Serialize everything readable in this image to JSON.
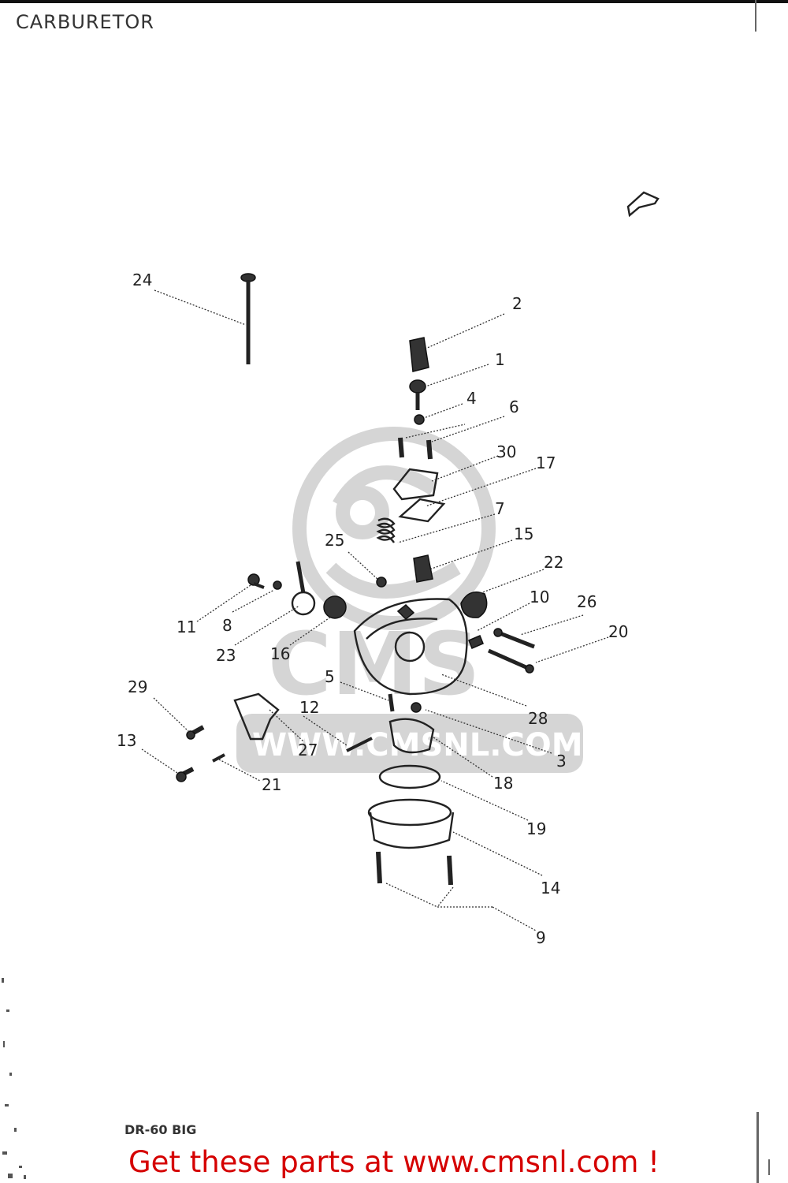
{
  "page": {
    "title": "CARBURETOR",
    "diagram_ref": "DR-60 BIG",
    "watermark": {
      "logo_letters": "CMS",
      "url": "WWW.CMSNL.COM"
    },
    "cta_text": "Get these parts at www.cmsnl.com !"
  },
  "parts": [
    {
      "ref": "1"
    },
    {
      "ref": "2"
    },
    {
      "ref": "3"
    },
    {
      "ref": "4"
    },
    {
      "ref": "5"
    },
    {
      "ref": "6"
    },
    {
      "ref": "7"
    },
    {
      "ref": "8"
    },
    {
      "ref": "9"
    },
    {
      "ref": "10"
    },
    {
      "ref": "11"
    },
    {
      "ref": "12"
    },
    {
      "ref": "13"
    },
    {
      "ref": "14"
    },
    {
      "ref": "15"
    },
    {
      "ref": "16"
    },
    {
      "ref": "17"
    },
    {
      "ref": "18"
    },
    {
      "ref": "19"
    },
    {
      "ref": "20"
    },
    {
      "ref": "21"
    },
    {
      "ref": "22"
    },
    {
      "ref": "23"
    },
    {
      "ref": "24"
    },
    {
      "ref": "25"
    },
    {
      "ref": "26"
    },
    {
      "ref": "27"
    },
    {
      "ref": "28"
    },
    {
      "ref": "29"
    },
    {
      "ref": "30"
    }
  ],
  "colors": {
    "cta": "#d50000",
    "ink": "#222222"
  }
}
